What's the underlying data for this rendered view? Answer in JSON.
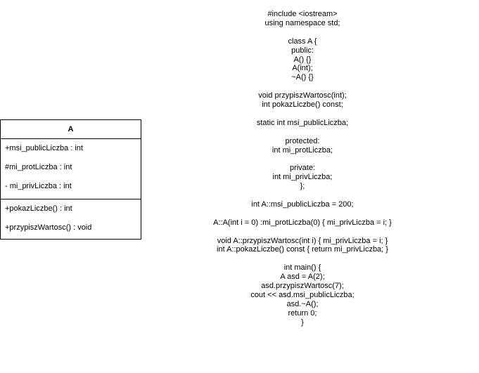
{
  "uml_class": {
    "name": "A",
    "attributes": [
      "+msi_publicLiczba : int",
      "#mi_protLiczba : int",
      "- mi_privLiczba : int"
    ],
    "methods": [
      "+pokazLiczbe() : int",
      "+przypiszWartosc() : void"
    ]
  },
  "code": {
    "lines": [
      "#include <iostream>",
      "using namespace std;",
      "",
      "class A {",
      "public:",
      "A() {}",
      "A(int);",
      "~A() {}",
      "",
      "void przypiszWartosc(int);",
      "int pokazLiczbe() const;",
      "",
      "static int msi_publicLiczba;",
      "",
      "protected:",
      "int mi_protLiczba;",
      "",
      "private:",
      "int mi_privLiczba;",
      "};",
      "",
      "int A::msi_publicLiczba = 200;",
      "",
      "A::A(int i = 0) :mi_protLiczba(0) { mi_privLiczba = i; }",
      "",
      "void A::przypiszWartosc(int i) { mi_privLiczba = i; }",
      "int A::pokazLiczbe() const { return mi_privLiczba; }",
      "",
      "int main() {",
      "A asd = A(2);",
      "asd.przypiszWartosc(7);",
      "cout << asd.msi_publicLiczba;",
      "asd.~A();",
      "return 0;",
      "}"
    ]
  }
}
